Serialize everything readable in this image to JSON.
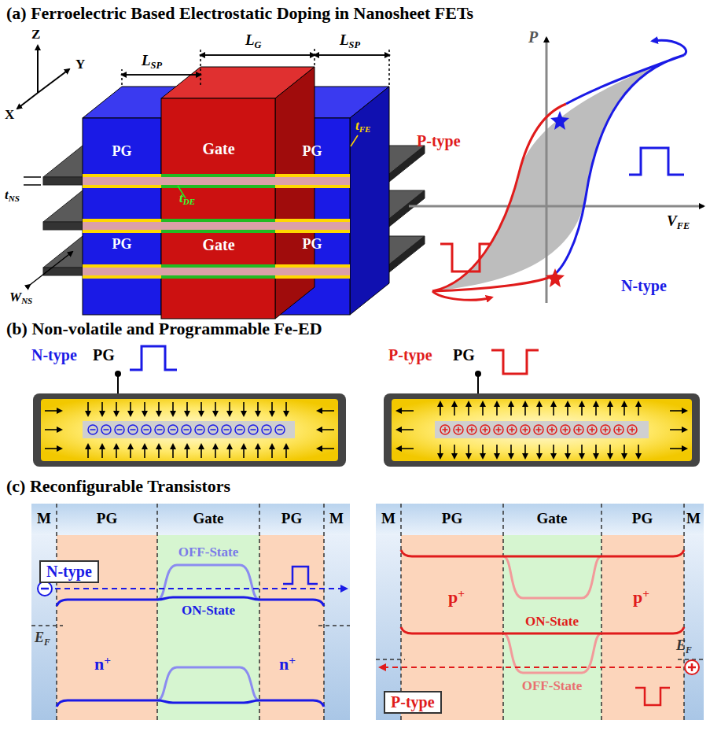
{
  "diagram": {
    "nodes": [
      {
        "text": [
          "N-type"
        ]
      },
      {
        "text": [
          "P-type"
        ]
      }
    ],
    "labels": [
      "(a) Ferroelectric Based Electrostatic Doping in Nanosheet FETs",
      "Z",
      "X",
      "Y",
      "L",
      "SP",
      "L",
      "G",
      "L",
      "SP",
      "PG",
      "Gate",
      "PG",
      "Gate",
      "PG",
      "PG",
      "t",
      "NS",
      "t",
      "DE",
      "t",
      "FE",
      "W",
      "NS",
      "P",
      "P-type",
      "N-type",
      "V",
      "FE",
      "(b) Non-volatile and Programmable Fe-ED",
      "N-type",
      "PG",
      "P-type",
      "PG",
      "(c) Reconfigurable Transistors",
      "M",
      "PG",
      "Gate",
      "PG",
      "M",
      "M",
      "PG",
      "Gate",
      "PG",
      "M",
      "OFF-State",
      "ON-State",
      "E",
      "F",
      "n",
      "+",
      "n",
      "+",
      "p",
      "+",
      "p",
      "+",
      "ON-State",
      "E",
      "F",
      "OFF-State"
    ]
  }
}
